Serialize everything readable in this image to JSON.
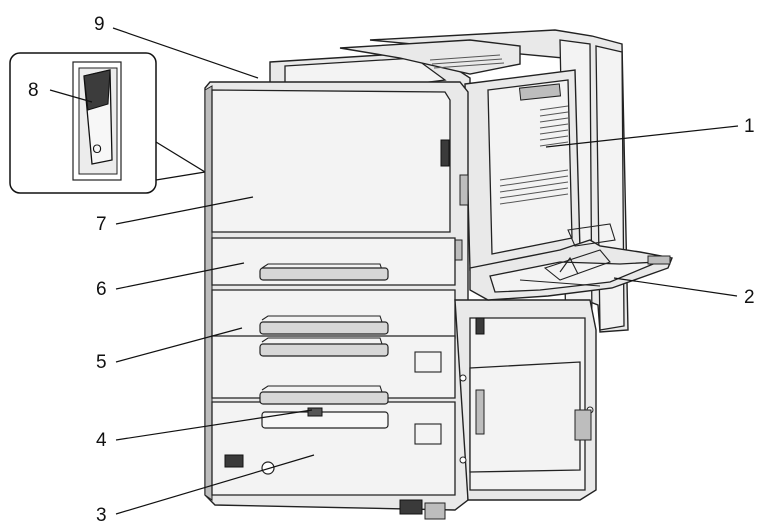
{
  "callouts": [
    {
      "id": "1",
      "label": "1"
    },
    {
      "id": "2",
      "label": "2"
    },
    {
      "id": "3",
      "label": "3"
    },
    {
      "id": "4",
      "label": "4"
    },
    {
      "id": "5",
      "label": "5"
    },
    {
      "id": "6",
      "label": "6"
    },
    {
      "id": "7",
      "label": "7"
    },
    {
      "id": "8",
      "label": "8"
    },
    {
      "id": "9",
      "label": "9"
    }
  ],
  "inset": {
    "switch_symbol": "O",
    "icon": "power-switch-icon"
  },
  "colors": {
    "line": "#111111",
    "body": "#e9e9e9",
    "panel": "#f3f3f3",
    "dark": "#3a3a3a"
  }
}
